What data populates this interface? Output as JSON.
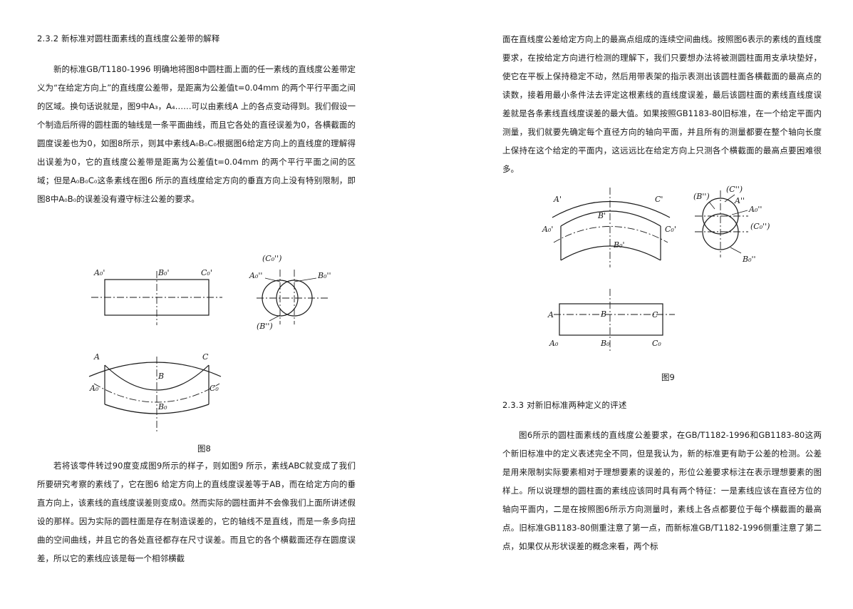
{
  "left": {
    "heading": "2.3.2 新标准对圆柱面素线的直线度公差带的解释",
    "para1": "新的标准GB/T1180-1996 明确地将图8中圆柱面上面的任一素线的直线度公差带定义为“在给定方向上”的直线度公差带，是距离为公差值t=0.04mm 的两个平行平面之间的区域。换句话说就是，图9中A₃，A₄……可以由素线A 上的各点变动得到。我们假设一个制造后所得的圆柱面的轴线是一条平面曲线，而且它各处的直径误差为0，各横截面的圆度误差也为0，如图8所示，则其中素线A₀B₀C₀根据图6给定方向上的直线度的理解得出误差为0，它的直线度公差带是距离为公差值t=0.04mm 的两个平行平面之间的区域；但是A₀B₀C₀这条素线在图6 所示的直线度给定方向的垂直方向上没有特别限制，即图8中A₀B₀的误差没有遵守标注公差的要求。",
    "fig8_caption": "图8",
    "para2": "若将该零件转过90度变成图9所示的样子，则如图9 所示，素线ABC就变成了我们所要研究考察的素线了，它在图6 给定方向上的直线度误差等于AB，而在给定方向的垂直方向上，该素线的直线度误差则变成0。然而实际的圆柱面并不会像我们上面所讲述假设的那样。因为实际的圆柱面是存在制造误差的，它的轴线不是直线，而是一条多向扭曲的空间曲线，并且它的各处直径都存在尺寸误差。而且它的各个横截面还存在圆度误差，所以它的素线应该是每一个相邻横截"
  },
  "right": {
    "para1": "面在直线度公差给定方向上的最高点组成的连续空间曲线。按照图6表示的素线的直线度要求，在按给定方向进行检测的理解下，我们只要想办法将被测圆柱面用支承块垫好，使它在平板上保持稳定不动，然后用带表架的指示表测出该圆柱面各横截面的最高点的读数，接着用最小条件法去评定这根素线的直线度误差，最后该圆柱面的素线直线度误差就是各条素线直线度误差的最大值。如果按照GB1183-80旧标准，在一个给定平面内测量，我们就要先确定每个直径方向的轴向平面，并且所有的测量都要在整个轴向长度上保持在这个给定的平面内，这远远比在给定方向上只测各个横截面的最高点要困难很多。",
    "fig9_caption": "图9",
    "heading": "2.3.3 对新旧标准两种定义的评述",
    "para2": "图6所示的圆柱面素线的直线度公差要求，在GB/T1182-1996和GB1183-80这两个新旧标准中的定义表述完全不同，但是我认为，新的标准更有助于公差的检测。公差是用来限制实际要素相对于理想要素的误差的，形位公差要求标注在表示理想要素的图样上。所以说理想的圆柱面的素线应该同时具有两个特征：一是素线应该在直径方位的轴向平面内，二是在按照图6所示方向测量时，素线上各点都要位于每个横截面的最高点。旧标准GB1183-80侧重注意了第一点，而新标准GB/T1182-1996侧重注意了第二点，如果仅从形状误差的概念来看，两个标"
  },
  "fig8": {
    "rect_labels": [
      "A₀'",
      "B₀'",
      "C₀'"
    ],
    "circle_labels": [
      "(C₀'')",
      "A₀''",
      "B₀''",
      "(B'')"
    ],
    "curve_labels": [
      "A",
      "C",
      "B",
      "A₀",
      "C₀",
      "B₀"
    ]
  },
  "fig9": {
    "curve_labels": [
      "A'",
      "C'",
      "B'",
      "A₀'",
      "C₀'",
      "B₀'"
    ],
    "circle_labels": [
      "(C'')",
      "(B'')",
      "A''",
      "A₀''",
      "(C₀'')",
      "B₀''"
    ],
    "rect_labels": [
      "A",
      "B",
      "C",
      "A₀",
      "B₀",
      "C₀"
    ]
  }
}
